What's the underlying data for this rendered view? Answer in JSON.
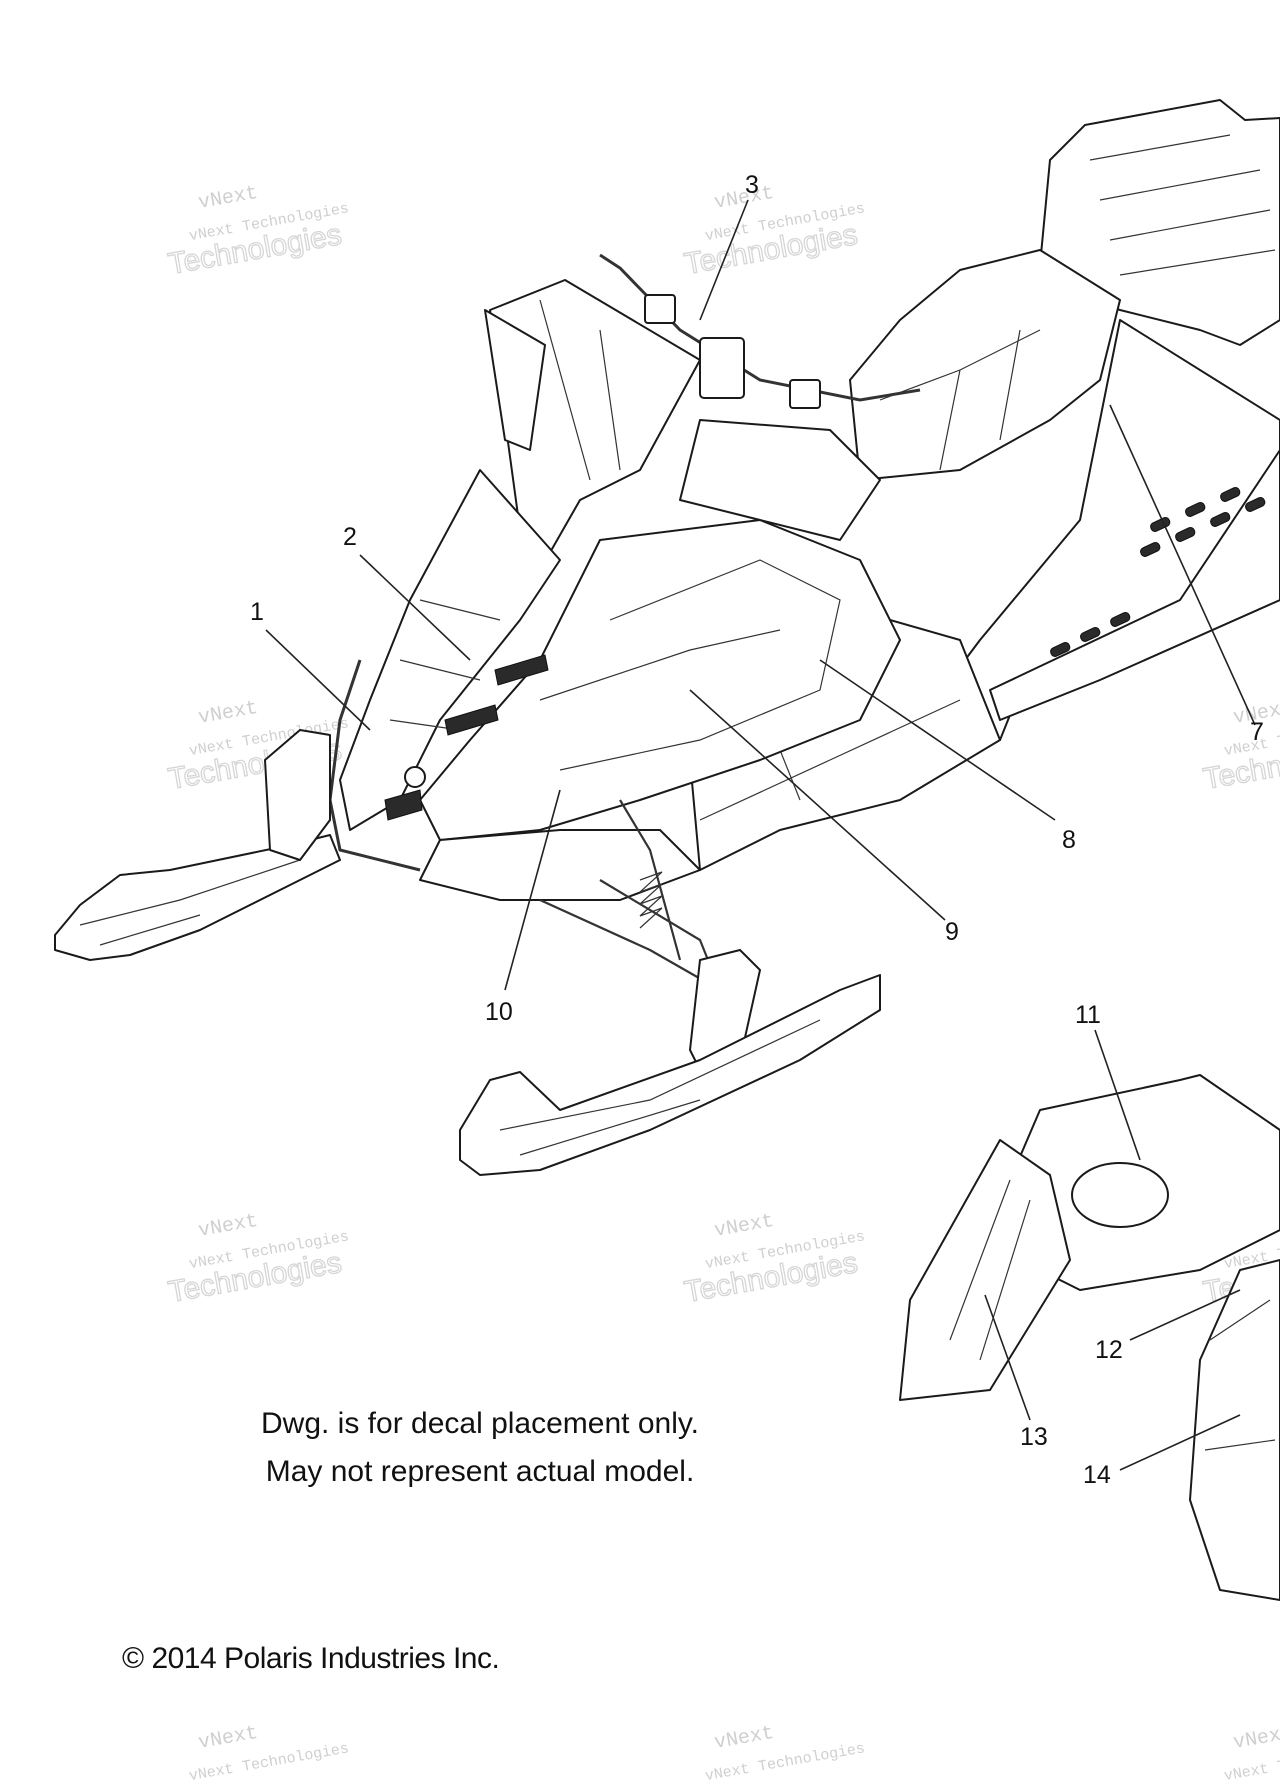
{
  "watermark": {
    "line1": "vNext",
    "line2": "vNext Technologies",
    "line3": "Technologies"
  },
  "callouts": [
    "1",
    "2",
    "3",
    "7",
    "8",
    "9",
    "10",
    "11",
    "12",
    "13",
    "14"
  ],
  "note": {
    "line1": "Dwg. is for decal placement only.",
    "line2": "May not represent actual model."
  },
  "copyright": "© 2014 Polaris Industries Inc."
}
